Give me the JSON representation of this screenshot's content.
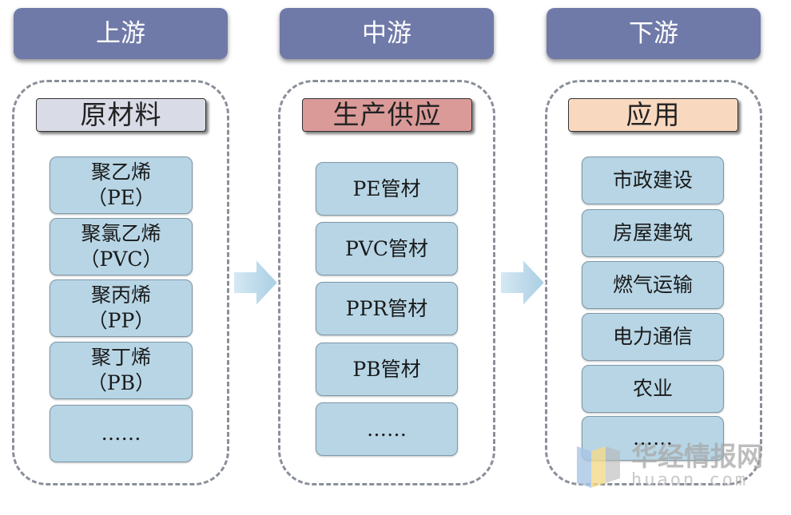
{
  "stages": [
    {
      "header": "上游",
      "category": "原材料",
      "category_color": "#d9dbe6",
      "items": [
        {
          "line1": "聚乙烯",
          "line2": "（PE）"
        },
        {
          "line1": "聚氯乙烯",
          "line2": "（PVC）"
        },
        {
          "line1": "聚丙烯",
          "line2": "（PP）"
        },
        {
          "line1": "聚丁烯",
          "line2": "（PB）"
        },
        {
          "line1": "……",
          "line2": ""
        }
      ]
    },
    {
      "header": "中游",
      "category": "生产供应",
      "category_color": "#d99a98",
      "items": [
        {
          "line1": "PE管材"
        },
        {
          "line1": "PVC管材"
        },
        {
          "line1": "PPR管材"
        },
        {
          "line1": "PB管材"
        },
        {
          "line1": "……"
        }
      ]
    },
    {
      "header": "下游",
      "category": "应用",
      "category_color": "#f8d8bf",
      "items": [
        {
          "line1": "市政建设"
        },
        {
          "line1": "房屋建筑"
        },
        {
          "line1": "燃气运输"
        },
        {
          "line1": "电力通信"
        },
        {
          "line1": "农业"
        },
        {
          "line1": "……"
        }
      ]
    }
  ],
  "colors": {
    "header_bg": "#6f7aa8",
    "item_bg": "#b7d5e5",
    "arrow": "#b8d8ea"
  },
  "watermark": {
    "cn": "华经情报网",
    "en": "huaon.com"
  }
}
